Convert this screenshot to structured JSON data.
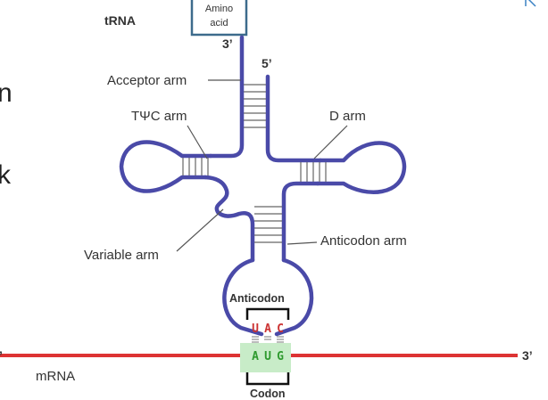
{
  "labels": {
    "trna": "tRNA",
    "amino_acid_line1": "Amino",
    "amino_acid_line2": "acid",
    "three_prime_top": "3’",
    "five_prime_top": "5’",
    "acceptor_arm": "Acceptor arm",
    "twc_arm": "TΨC arm",
    "d_arm": "D arm",
    "variable_arm": "Variable arm",
    "anticodon_arm": "Anticodon arm",
    "anticodon": "Anticodon",
    "codon": "Codon",
    "mrna": "mRNA",
    "three_prime_right": "3’",
    "five_prime_left": "’"
  },
  "anticodon_bases": [
    "U",
    "A",
    "C"
  ],
  "codon_bases": [
    "A",
    "U",
    "G"
  ],
  "page_fragments": [
    "n",
    "k"
  ],
  "colors": {
    "trna_strand": "#4a4aa8",
    "mrna_strand": "#dd3333",
    "anticodon_base": "#cc3333",
    "codon_base": "#2e9a2e",
    "codon_highlight": "#c8ecc8",
    "amino_box": "#3d6b8c"
  }
}
